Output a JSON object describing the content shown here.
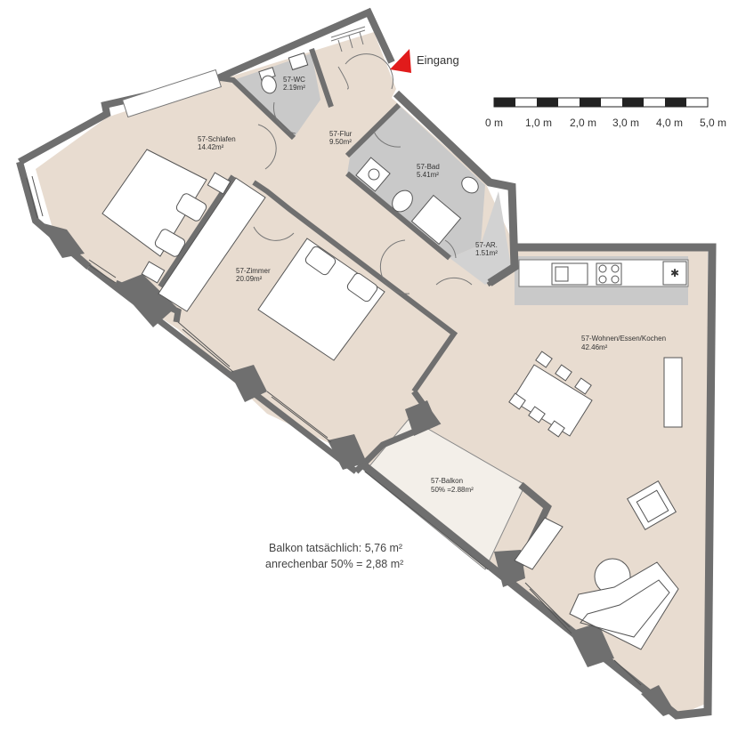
{
  "entrance": {
    "label": "Eingang"
  },
  "scale": {
    "labels": [
      "0 m",
      "1,0 m",
      "2,0 m",
      "3,0 m",
      "4,0 m",
      "5,0 m"
    ]
  },
  "rooms": {
    "wc": {
      "name": "57-WC",
      "area": "2.19m²"
    },
    "flur": {
      "name": "57-Flur",
      "area": "9.50m²"
    },
    "schlafen": {
      "name": "57-Schlafen",
      "area": "14.42m²"
    },
    "bad": {
      "name": "57-Bad",
      "area": "5.41m²"
    },
    "ar": {
      "name": "57-AR.",
      "area": "1.51m²"
    },
    "zimmer": {
      "name": "57-Zimmer",
      "area": "20.09m²"
    },
    "wohnen": {
      "name": "57-Wohnen/Essen/Kochen",
      "area": "42.46m²"
    },
    "balkon": {
      "name": "57-Balkon",
      "area": "50% =2.88m²"
    }
  },
  "notes": {
    "line1": "Balkon tatsächlich: 5,76 m²",
    "line2": "anrechenbar 50% = 2,88 m²"
  },
  "colors": {
    "floor": "#e8dcd0",
    "wet_room": "#c9c9c9",
    "wall": "#6f6f6f",
    "balcony": "#f3efe9",
    "entrance_arrow": "#e11b1b"
  }
}
